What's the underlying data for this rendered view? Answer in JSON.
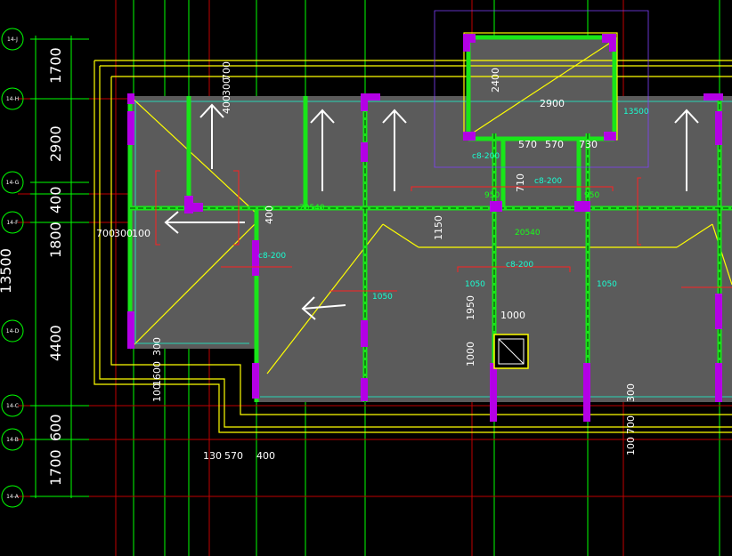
{
  "colors": {
    "background": "#000000",
    "slab": "#5b5b5b",
    "grid_line": "#00ff00",
    "axis_line": "#c00000",
    "beam": "#19e619",
    "column": "#b400e6",
    "outline": "#ffff00",
    "cyan": "#19ffd2",
    "rebar_red": "#ff2020",
    "purple_box": "#8040ff"
  },
  "axis_labels": [
    "14-J",
    "14-H",
    "14-G",
    "14-F",
    "14-D",
    "14-C",
    "14-B",
    "14-A"
  ],
  "left_dims": {
    "total": "13500",
    "d1": "1700",
    "d2": "2900",
    "d3": "400",
    "d4": "1800",
    "d5": "4400",
    "d6": "600",
    "d7": "1700"
  },
  "small_dims": {
    "a700": "700",
    "a300": "300",
    "a100": "100",
    "b130": "130",
    "b570": "570",
    "b400": "400",
    "c300": "300",
    "c100": "100",
    "c1600": "1600",
    "c100b": "100",
    "top300": "300",
    "top700": "700",
    "top400": "400",
    "stair2400": "2400",
    "stair2900": "2900",
    "stair570a": "570",
    "stair570b": "570",
    "stair730": "730",
    "d1150": "1150",
    "d1950": "1950",
    "d1000a": "1000",
    "d1000b": "1000",
    "r300": "300",
    "r700": "700",
    "r100": "100",
    "w400": "400",
    "w710": "710",
    "e950a": "950",
    "e950b": "950",
    "e2050": "20540",
    "e2012": "20540"
  },
  "annotations": {
    "rebar1": "c8-200",
    "rebar2": "c8-200",
    "rebar3": "c8-200",
    "rebar4": "c8-200",
    "span1": "1050",
    "span2": "1050",
    "span3": "1050",
    "elev": "13500"
  }
}
